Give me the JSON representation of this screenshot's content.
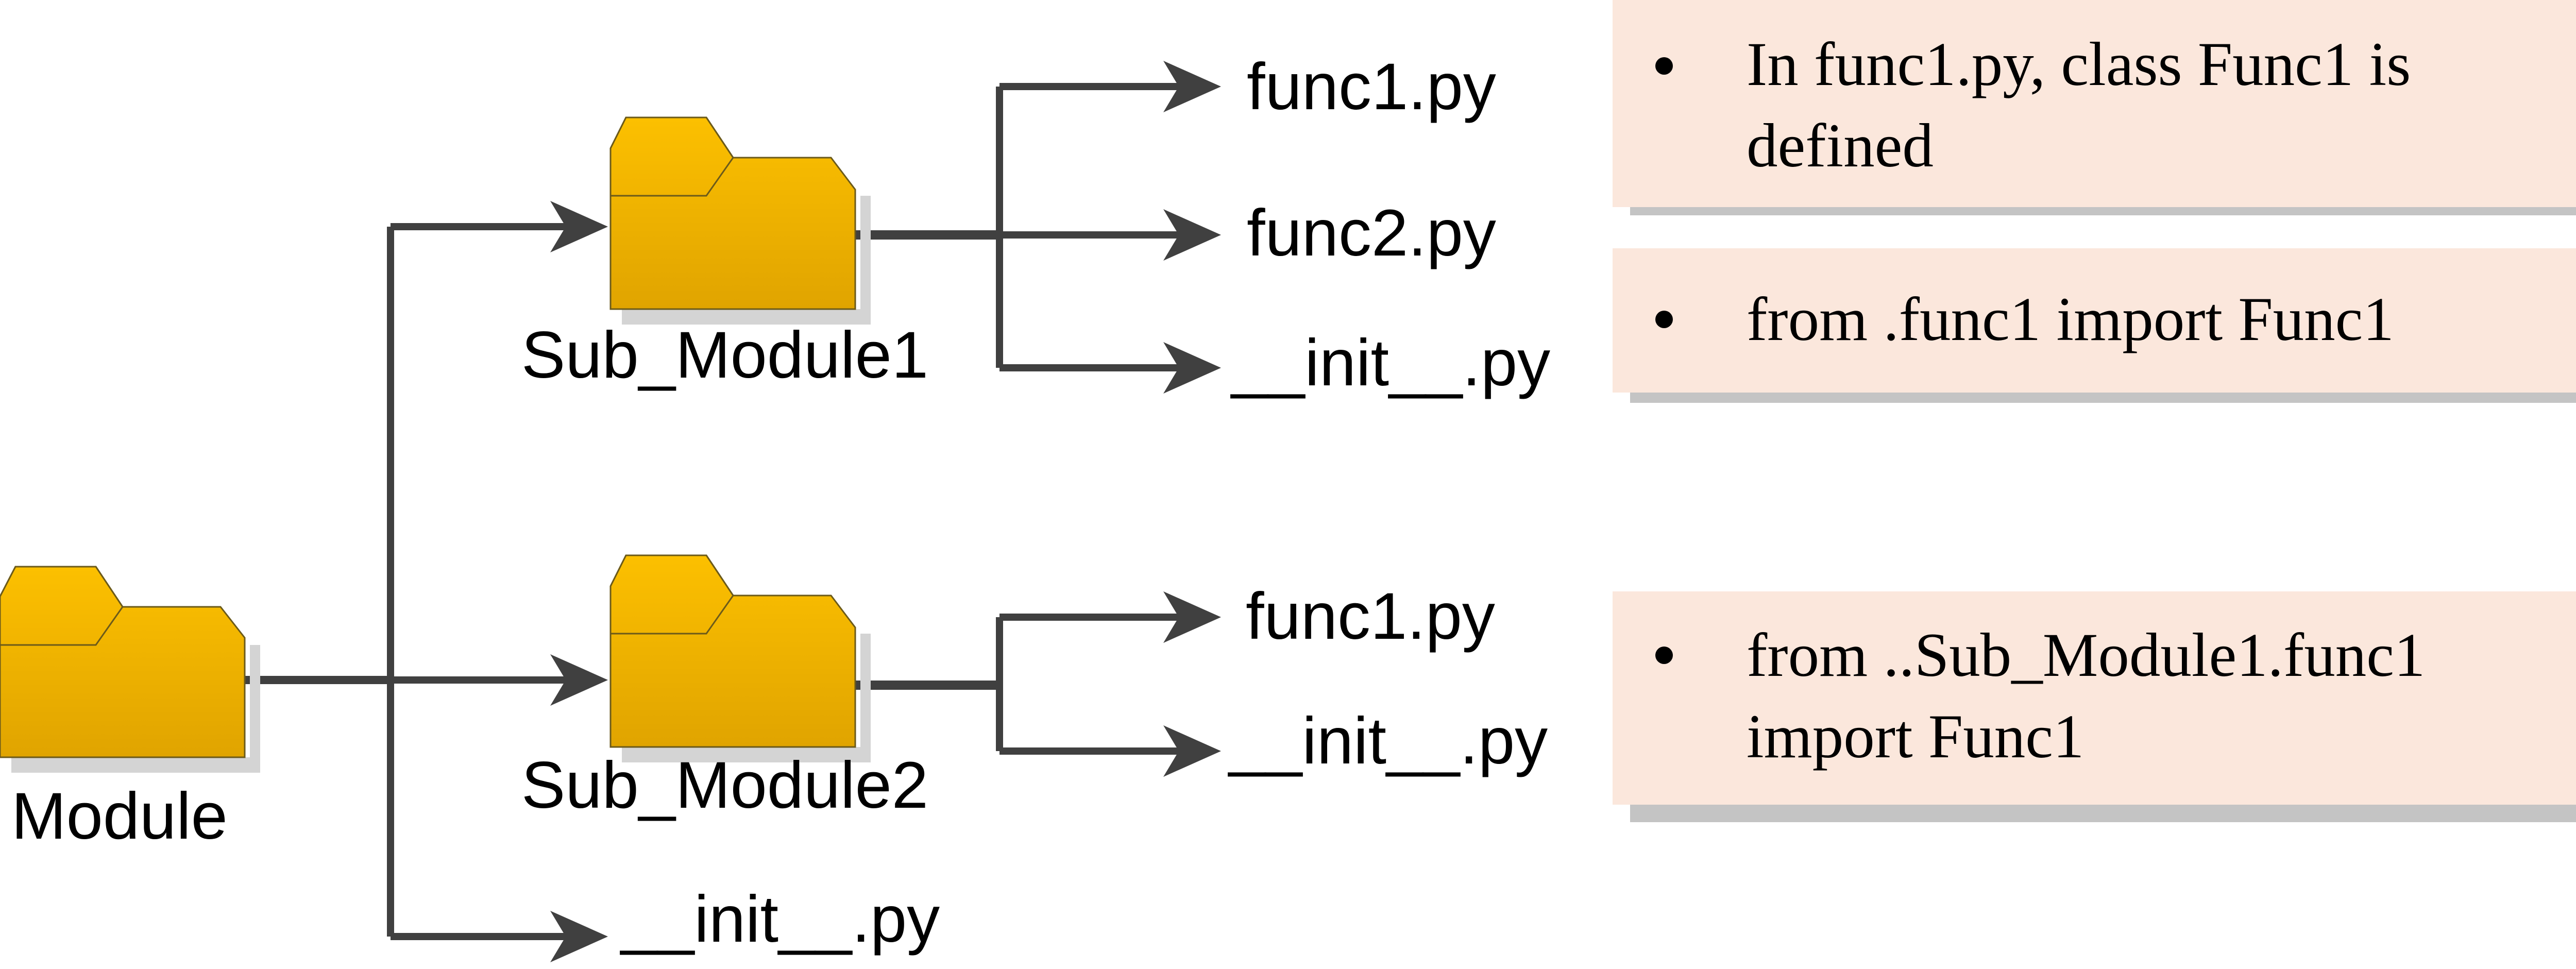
{
  "colors": {
    "folder_light": "#fcc000",
    "folder_dark": "#e0a400",
    "folder_outline": "#6b5a1a",
    "connector": "#404040",
    "note_fill": "#fbe7dc",
    "note_shadow": "#c4c4c4"
  },
  "icons": {
    "folder": "folder-icon",
    "arrow": "arrow-head"
  },
  "tree": {
    "root": {
      "label": "Module"
    },
    "sub_module1": {
      "label": "Sub_Module1",
      "files": [
        "func1.py",
        "func2.py",
        "__init__.py"
      ]
    },
    "sub_module2": {
      "label": "Sub_Module2",
      "files": [
        "func1.py",
        "__init__.py"
      ]
    },
    "root_file": "__init__.py"
  },
  "notes": [
    {
      "lines": [
        "In func1.py, class Func1 is",
        "defined"
      ]
    },
    {
      "lines": [
        "from .func1 import Func1"
      ]
    },
    {
      "lines": [
        "from ..Sub_Module1.func1",
        "import Func1"
      ]
    }
  ]
}
